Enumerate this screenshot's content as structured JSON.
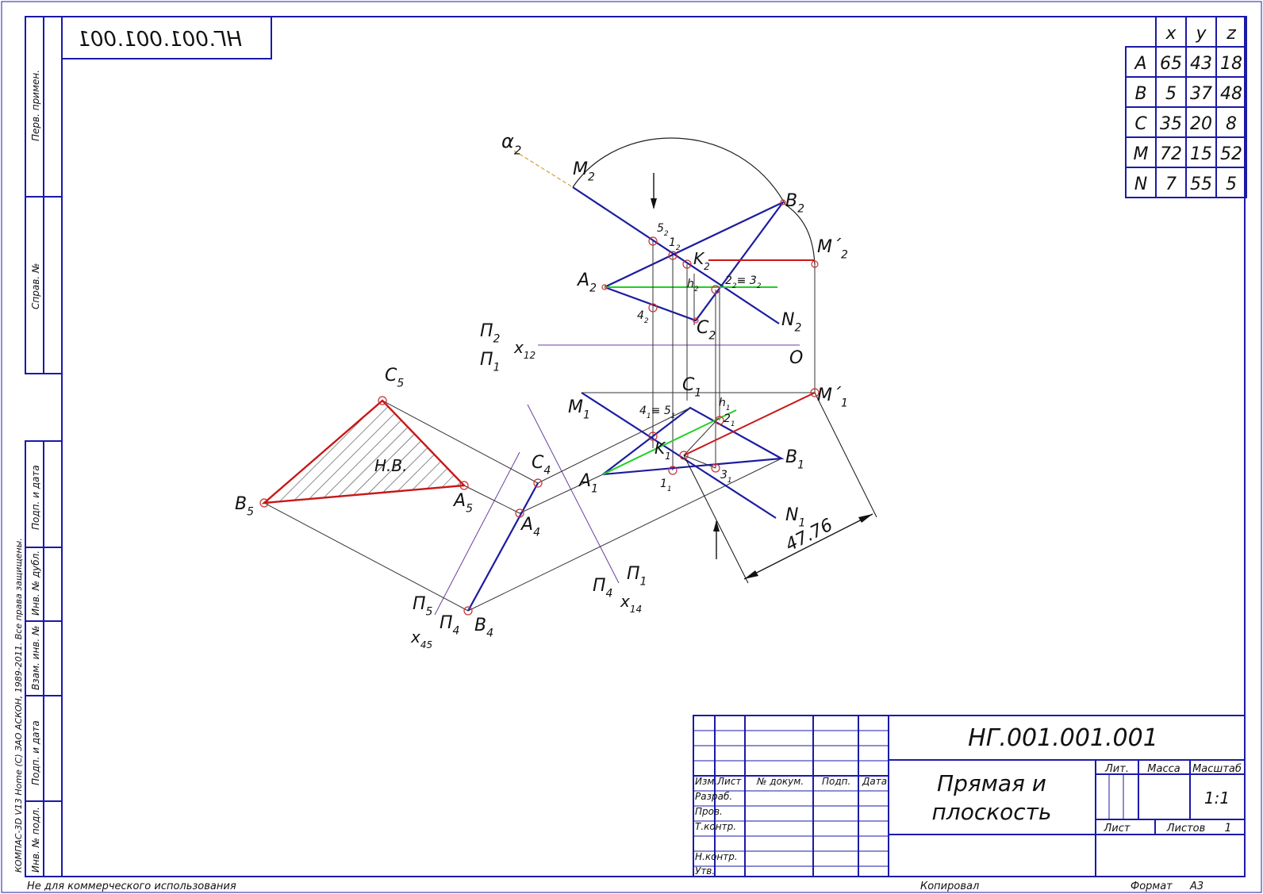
{
  "sheet": {
    "designation": "НГ.001.001.001",
    "designation_mirrored": "НГ.001.001.001",
    "title_line1": "Прямая и",
    "title_line2": "плоскость",
    "scale": "1:1",
    "sheets_count": "1",
    "format_label": "Формат",
    "format_value": "А3",
    "copied_label": "Копировал",
    "noncommercial": "Не для коммерческого использования",
    "copyright": "КОМПАС-3D V13 Home (С) ЗАО АСКОН, 1989-2011. Все права защищены."
  },
  "stamp_headers": {
    "lit": "Лит.",
    "mass": "Масса",
    "scale_h": "Масштаб",
    "sheet": "Лист",
    "sheets": "Листов",
    "izm": "Изм.",
    "list": "Лист",
    "doc": "№ докум.",
    "sign": "Подп.",
    "date": "Дата",
    "razrab": "Разраб.",
    "prov": "Пров.",
    "tkontr": "Т.контр.",
    "nkontr": "Н.контр.",
    "utv": "Утв."
  },
  "side_labels": [
    "Перв. примен.",
    "Справ. №",
    "Подп. и дата",
    "Инв. № дубл.",
    "Взам. инв. №",
    "Подп. и дата",
    "Инв. № подл."
  ],
  "coords_table": {
    "headers": [
      "",
      "x",
      "y",
      "z"
    ],
    "rows": [
      [
        "A",
        "65",
        "43",
        "18"
      ],
      [
        "B",
        "5",
        "37",
        "48"
      ],
      [
        "C",
        "35",
        "20",
        "8"
      ],
      [
        "M",
        "72",
        "15",
        "52"
      ],
      [
        "N",
        "7",
        "55",
        "5"
      ]
    ]
  },
  "labels": {
    "alpha2": "α",
    "alpha2_sub": "2",
    "M2": "M",
    "M2_sub": "2",
    "B2": "B",
    "B2_sub": "2",
    "Mp2": "M´",
    "Mp2_sub": "2",
    "K2": "K",
    "K2_sub": "2",
    "A2": "A",
    "A2_sub": "2",
    "p5_2": "5",
    "p5_2_sub": "2",
    "p1_2": "1",
    "p1_2_sub": "2",
    "h2": "h",
    "h2_sub": "2",
    "p23_2": "2",
    "p23_2_sub": "2",
    "p23_2_eq": "≡ 3",
    "p23_2_eq_sub": "2",
    "p4_2": "4",
    "p4_2_sub": "2",
    "C2": "C",
    "C2_sub": "2",
    "N2": "N",
    "N2_sub": "2",
    "Pi2": "П",
    "Pi2_sub": "2",
    "x12": "x",
    "x12_sub": "12",
    "Pi1": "П",
    "Pi1_sub": "1",
    "O": "O",
    "C1": "C",
    "C1_sub": "1",
    "M1": "M",
    "M1_sub": "1",
    "p45_1": "4",
    "p45_1_sub": "1",
    "p45_1_eq": "≡ 5",
    "p45_1_eq_sub": "1",
    "h1": "h",
    "h1_sub": "1",
    "p2_1": "2",
    "p2_1_sub": "1",
    "Mp1": "M´",
    "Mp1_sub": "1",
    "K1": "K",
    "K1_sub": "1",
    "B1": "B",
    "B1_sub": "1",
    "A1": "A",
    "A1_sub": "1",
    "p1_1": "1",
    "p1_1_sub": "1",
    "p3_1": "3",
    "p3_1_sub": "1",
    "N1": "N",
    "N1_sub": "1",
    "dim": "47.76",
    "C5": "C",
    "C5_sub": "5",
    "HB": "Н.В.",
    "B5": "B",
    "B5_sub": "5",
    "A5": "A",
    "A5_sub": "5",
    "C4": "C",
    "C4_sub": "4",
    "A4": "A",
    "A4_sub": "4",
    "Pi1b": "П",
    "Pi1b_sub": "1",
    "Pi4b": "П",
    "Pi4b_sub": "4",
    "x14": "x",
    "x14_sub": "14",
    "Pi5": "П",
    "Pi5_sub": "5",
    "Pi4": "П",
    "Pi4_sub": "4",
    "B4": "B",
    "B4_sub": "4",
    "x45": "x",
    "x45_sub": "45"
  },
  "colors": {
    "frame": "#1a1aa8",
    "blue": "#1c1ca0",
    "red": "#c81818",
    "green": "#1fd01f",
    "construct": "#333333",
    "axis": "#6a3fa0",
    "point": "#c83030",
    "trace": "#d08a20"
  }
}
